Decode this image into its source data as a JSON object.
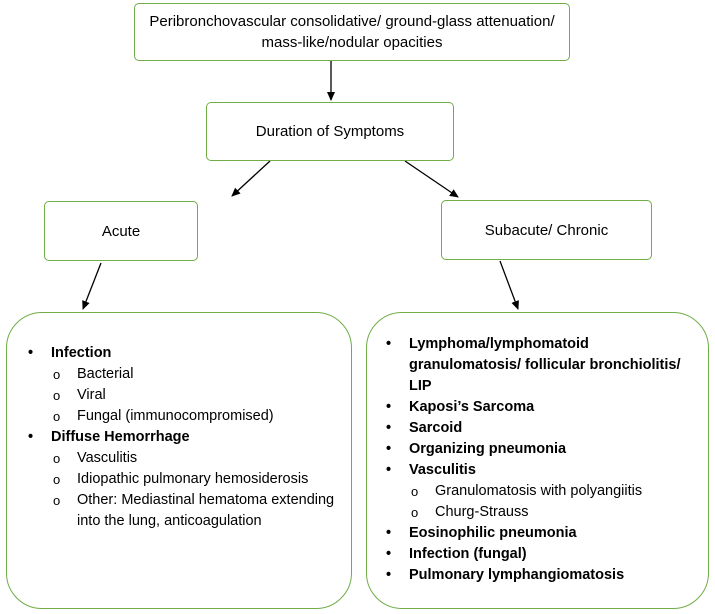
{
  "nodes": {
    "root": "Peribronchovascular consolidative/ ground-glass attenuation/ mass-like/nodular opacities",
    "duration": "Duration of Symptoms",
    "acute": "Acute",
    "subacute": "Subacute/ Chronic"
  },
  "acute_list": [
    {
      "label": "Infection",
      "sub": [
        "Bacterial",
        "Viral",
        "Fungal (immunocompromised)"
      ]
    },
    {
      "label": "Diffuse Hemorrhage",
      "sub": [
        "Vasculitis",
        "Idiopathic pulmonary hemosiderosis",
        "Other: Mediastinal hematoma extending into the lung, anticoagulation"
      ]
    }
  ],
  "chronic_list": [
    {
      "label": "Lymphoma/lymphomatoid granulomatosis/ follicular bronchiolitis/ LIP",
      "sub": []
    },
    {
      "label": "Kaposi’s Sarcoma",
      "sub": []
    },
    {
      "label": "Sarcoid",
      "sub": []
    },
    {
      "label": "Organizing pneumonia",
      "sub": []
    },
    {
      "label": "Vasculitis",
      "sub": [
        "Granulomatosis with polyangiitis",
        "Churg-Strauss"
      ]
    },
    {
      "label": "Eosinophilic pneumonia",
      "sub": []
    },
    {
      "label": "Infection (fungal)",
      "sub": []
    },
    {
      "label": "Pulmonary lymphangiomatosis",
      "sub": []
    }
  ],
  "colors": {
    "border": "#70ad47",
    "arrow": "#000000"
  }
}
